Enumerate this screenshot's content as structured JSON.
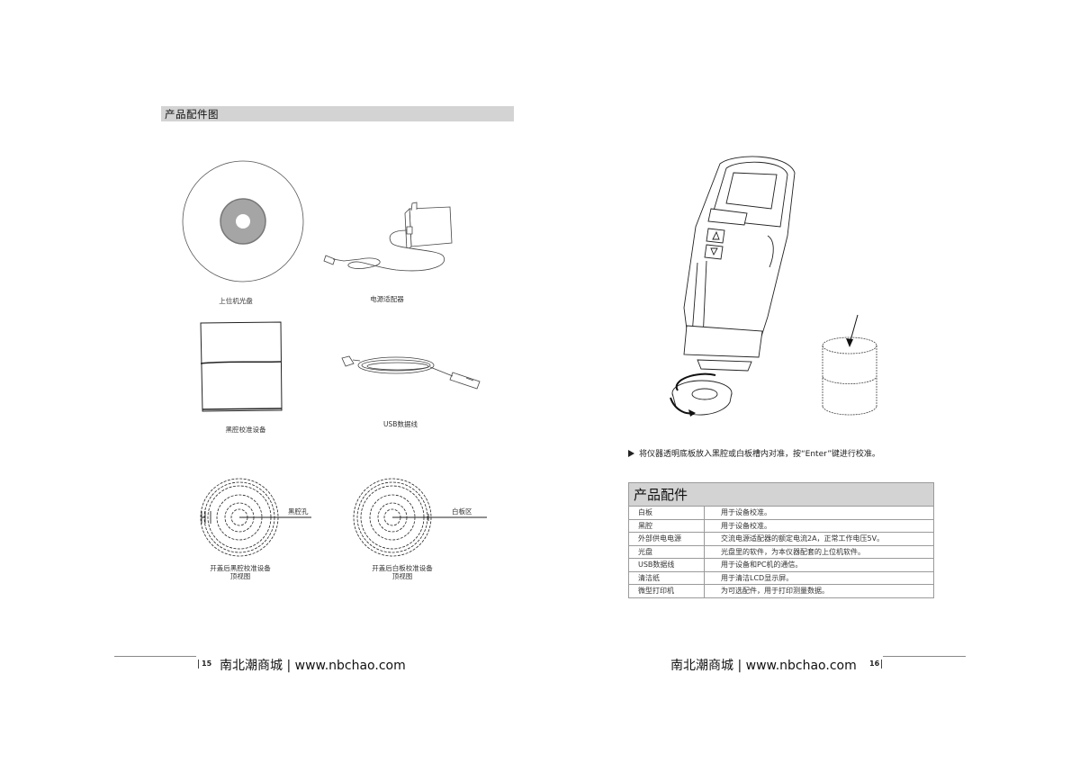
{
  "left_page": {
    "section_title": "产品配件图",
    "items": [
      {
        "name": "cd-disc",
        "caption": "上位机光盘"
      },
      {
        "name": "power-adapter",
        "caption": "电源适配器"
      },
      {
        "name": "black-cavity-calibrator",
        "caption": "黑腔校准设备"
      },
      {
        "name": "usb-cable",
        "caption": "USB数据线"
      }
    ],
    "top_views": [
      {
        "caption_line1": "开盖后黑腔校准设备",
        "caption_line2": "顶视图",
        "callout": "黑腔孔"
      },
      {
        "caption_line1": "开盖后白板校准设备",
        "caption_line2": "顶视图",
        "callout": "白板区"
      }
    ],
    "footer": {
      "page_number": "15",
      "brand": "南北潮商城",
      "separator": "|",
      "url": "www.nbchao.com"
    }
  },
  "right_page": {
    "instruction": "将仪器透明底板放入黑腔或白板槽内对准，按“Enter”键进行校准。",
    "table": {
      "title": "产品配件",
      "rows": [
        {
          "item": "白板",
          "desc": "用于设备校准。"
        },
        {
          "item": "黑腔",
          "desc": "用于设备校准。"
        },
        {
          "item": "外部供电电源",
          "desc": "交流电源适配器的额定电流2A，正常工作电压5V。"
        },
        {
          "item": "光盘",
          "desc": "光盘里的软件，为本仪器配套的上位机软件。"
        },
        {
          "item": "USB数据线",
          "desc": "用于设备和PC机的通信。"
        },
        {
          "item": "清洁纸",
          "desc": "用于清洁LCD显示屏。"
        },
        {
          "item": "微型打印机",
          "desc": "为可选配件，用于打印测量数据。"
        }
      ]
    },
    "footer": {
      "page_number": "16",
      "brand": "南北潮商城",
      "separator": "|",
      "url": "www.nbchao.com"
    }
  },
  "colors": {
    "header_bar": "#d3d3d3",
    "table_border": "#9a9a9a",
    "cd_hub": "#9e9e9e"
  }
}
